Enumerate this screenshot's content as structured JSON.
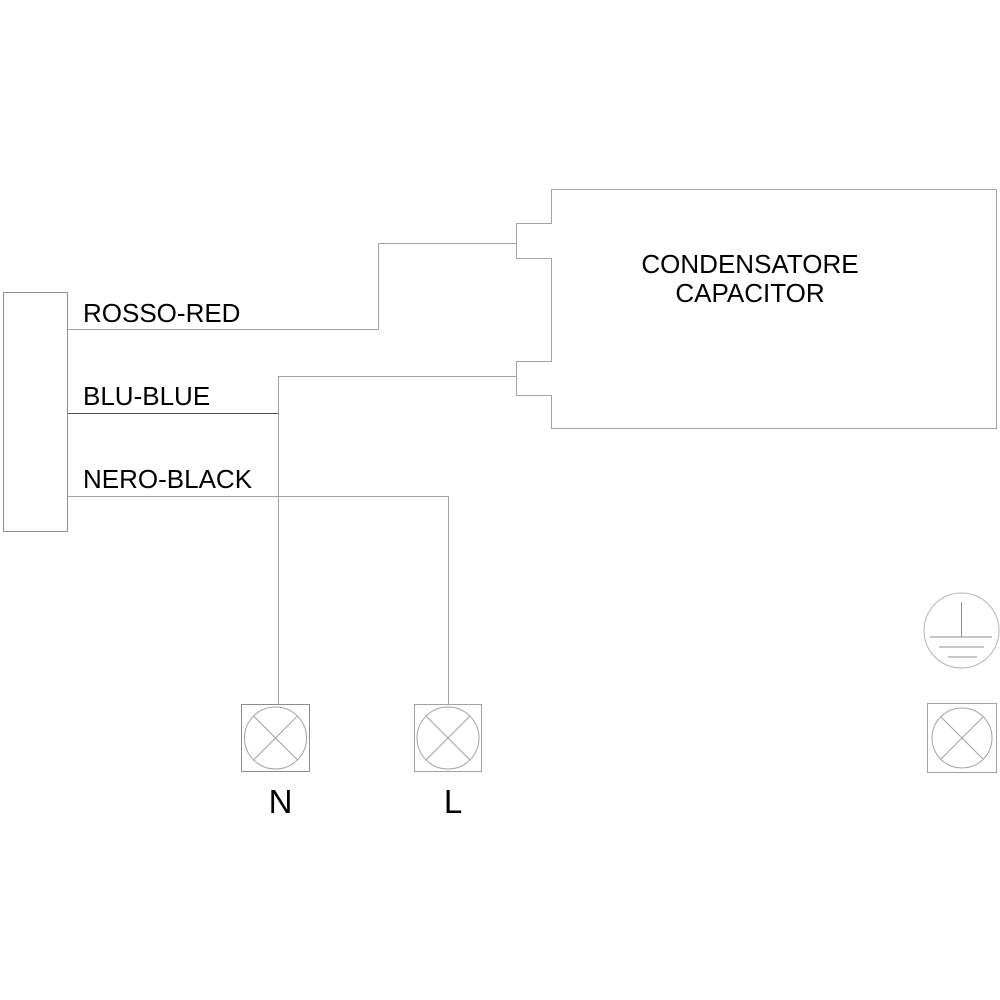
{
  "diagram": {
    "title_hint": "Motor capacitor wiring diagram",
    "wire_labels": {
      "rosso": "ROSSO-RED",
      "blu": "BLU-BLUE",
      "nero": "NERO-BLACK"
    },
    "capacitor": {
      "line1": "CONDENSATORE",
      "line2": "CAPACITOR"
    },
    "terminals": {
      "neutral": "N",
      "line": "L"
    },
    "colors": {
      "wire": "#a3a3a3",
      "wire_dark": "#555555",
      "outline": "#919191",
      "text": "#000000",
      "background": "#ffffff"
    }
  }
}
